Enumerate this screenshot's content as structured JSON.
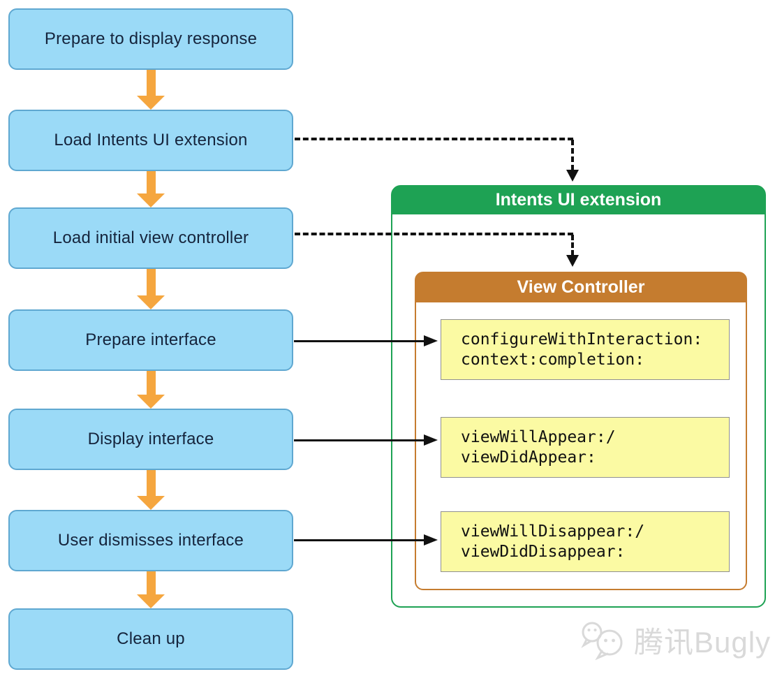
{
  "flow": {
    "steps": [
      "Prepare to display response",
      "Load Intents UI extension",
      "Load initial view controller",
      "Prepare interface",
      "Display interface",
      "User dismisses interface",
      "Clean up"
    ]
  },
  "extension_panel": {
    "title": "Intents UI extension",
    "view_controller": {
      "title": "View Controller",
      "methods": [
        {
          "line1": "configureWithInteraction:",
          "line2": "context:completion:"
        },
        {
          "line1": "viewWillAppear:/",
          "line2": "viewDidAppear:"
        },
        {
          "line1": "viewWillDisappear:/",
          "line2": "viewDidDisappear:"
        }
      ]
    }
  },
  "watermark": {
    "brand": "腾讯Bugly"
  },
  "colors": {
    "step_fill": "#9bdaf7",
    "step_border": "#5fa8d1",
    "step_text": "#15243c",
    "flow_arrow_orange": "#f5a63f",
    "extension_green": "#1ea254",
    "controller_orange": "#c57c2f",
    "method_fill": "#fbfaa3",
    "method_border": "#909090",
    "connector_black": "#111111",
    "watermark_gray": "#d9d9d9"
  }
}
